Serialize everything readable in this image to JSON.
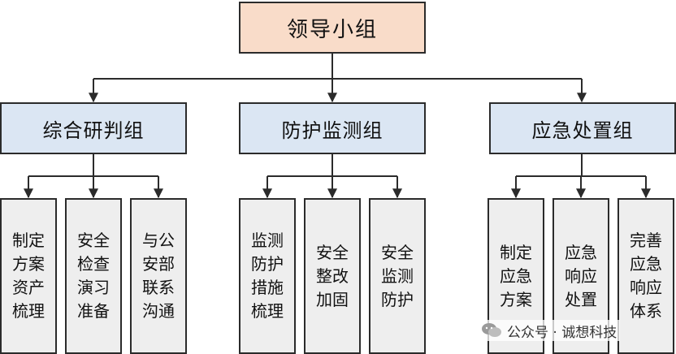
{
  "root": {
    "label": "领导小组"
  },
  "groups": [
    {
      "label": "综合研判组",
      "items": [
        "制定方案资产梳理",
        "安全检查演习准备",
        "与公安部联系沟通"
      ]
    },
    {
      "label": "防护监测组",
      "items": [
        "监测防护措施梳理",
        "安全整改加固",
        "安全监测防护"
      ]
    },
    {
      "label": "应急处置组",
      "items": [
        "制定应急方案",
        "应急响应处置",
        "完善应急响应体系"
      ]
    }
  ],
  "watermark": {
    "text": "公众号 · 诚想科技",
    "icon": "wechat-icon"
  },
  "colors": {
    "root_fill": "#f9dcc9",
    "group_fill": "#dbe6f3",
    "leaf_fill": "#eeeeee",
    "line": "#2b2b2b"
  }
}
